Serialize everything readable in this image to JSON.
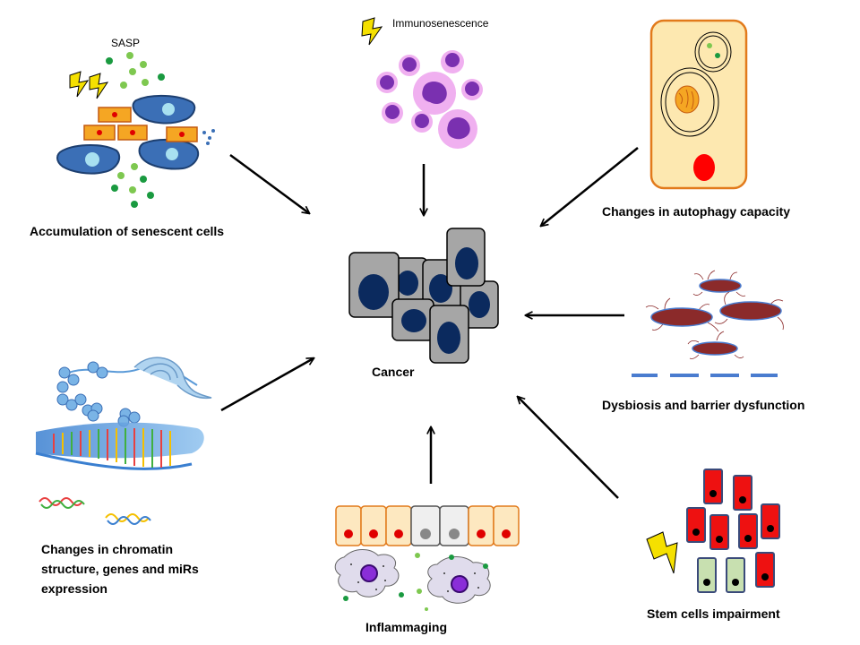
{
  "labels": {
    "sasp": "SASP",
    "immunosenescence": "Immunosenescence",
    "senescent_cells": "Accumulation of senescent cells",
    "autophagy": "Changes in autophagy capacity",
    "cancer": "Cancer",
    "dysbiosis": "Dysbiosis and barrier dysfunction",
    "chromatin_line1": "Changes in chromatin",
    "chromatin_line2": "structure, genes and miRs",
    "chromatin_line3": "expression",
    "inflammaging": "Inflammaging",
    "stem_cells": "Stem cells impairment"
  },
  "colors": {
    "cancer_cell_fill": "#a6a6a6",
    "cancer_nucleus": "#0b2a5e",
    "senescent_cell": "#3b6fb6",
    "orange_cell": "#f5a623",
    "red_nucleus": "#e00000",
    "sasp_dot": "#7ec850",
    "sasp_dot_dark": "#1a9a40",
    "immune_purple": "#9a52c8",
    "immune_pink": "#f0b0f0",
    "autophagy_cell_fill": "#fde8b0",
    "autophagy_cell_stroke": "#e27a1b",
    "bacteria": "#8b2a2a",
    "barrier": "#4a7ccf",
    "stem_red": "#ee1111",
    "stem_green": "#c8e0b0",
    "lightning": "#f5e000"
  }
}
